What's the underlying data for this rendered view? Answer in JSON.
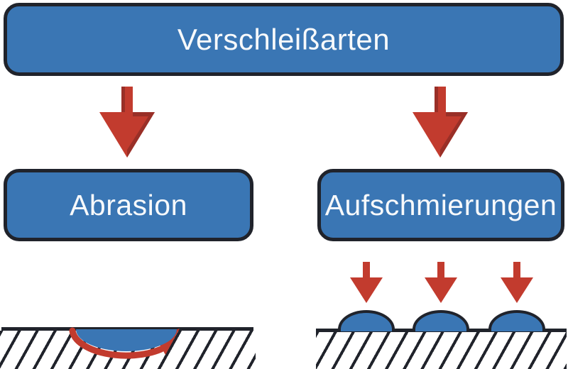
{
  "diagram": {
    "title": "Verschleißarten",
    "branches": [
      {
        "id": "abrasion",
        "label": "Abrasion"
      },
      {
        "id": "smearing",
        "label": "Aufschmierungen"
      }
    ],
    "icons": [
      "big-down-arrow-icon (x2, beveled red)",
      "small-down-arrow-icon (x3, red)",
      "abrasion-groove-with-curved-arrow",
      "smear-deposit-dome (x3)",
      "hatched-surface (x2)"
    ],
    "colors": {
      "box_fill": "#3a76b4",
      "box_border": "#20232b",
      "arrow_red": "#c23b2e",
      "arrow_red_dark": "#992f27",
      "label_text": "#f7f9fb",
      "hatch_lines": "#20232b",
      "background": "#ffffff"
    }
  }
}
